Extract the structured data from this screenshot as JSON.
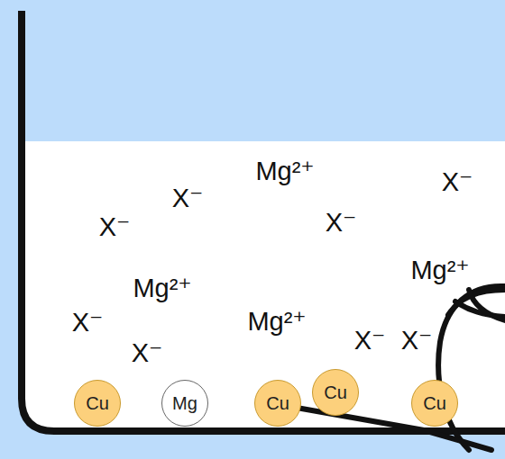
{
  "diagram": {
    "nodes": [
      {
        "text": [
          "Cu"
        ]
      },
      {
        "text": [
          "Mg"
        ]
      },
      {
        "text": [
          "Cu"
        ]
      },
      {
        "text": [
          "Cu"
        ]
      },
      {
        "text": [
          "Cu"
        ]
      }
    ],
    "labels": [
      "X⁻",
      "Mg²⁺",
      "X⁻",
      "X⁻",
      "X⁻",
      "Mg²⁺",
      "Mg²⁺",
      "X⁻",
      "Mg²⁺",
      "X⁻",
      "X⁻",
      "X⁻"
    ]
  }
}
